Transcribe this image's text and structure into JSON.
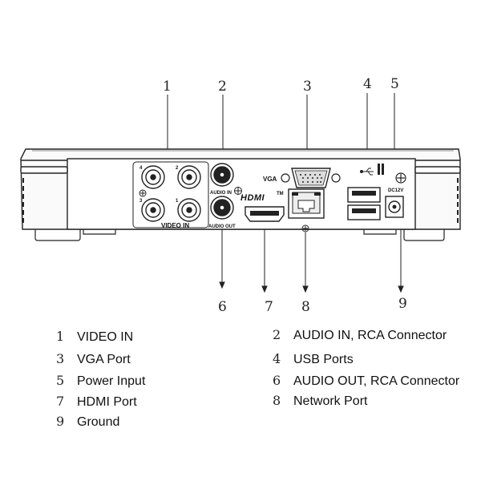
{
  "callouts": {
    "top": [
      "1",
      "2",
      "3",
      "4",
      "5"
    ],
    "bottom": [
      "6",
      "7",
      "8",
      "9"
    ]
  },
  "panel": {
    "video_in_label": "VIDEO IN",
    "video_ch": [
      "4",
      "2",
      "3",
      "1"
    ],
    "audio_in_label": "AUDIO IN",
    "audio_out_label": "AUDIO OUT",
    "vga_label": "VGA",
    "hdmi_label": "HDMI",
    "hdmi_tm": "TM",
    "dc_label": "DC12V"
  },
  "legend": [
    {
      "num": "1",
      "label": "VIDEO IN"
    },
    {
      "num": "2",
      "label": "AUDIO IN, RCA Connector"
    },
    {
      "num": "3",
      "label": "VGA Port"
    },
    {
      "num": "4",
      "label": "USB Ports"
    },
    {
      "num": "5",
      "label": "Power Input"
    },
    {
      "num": "6",
      "label": "AUDIO OUT, RCA Connector"
    },
    {
      "num": "7",
      "label": "HDMI Port"
    },
    {
      "num": "8",
      "label": "Network Port"
    },
    {
      "num": "9",
      "label": "Ground"
    }
  ]
}
